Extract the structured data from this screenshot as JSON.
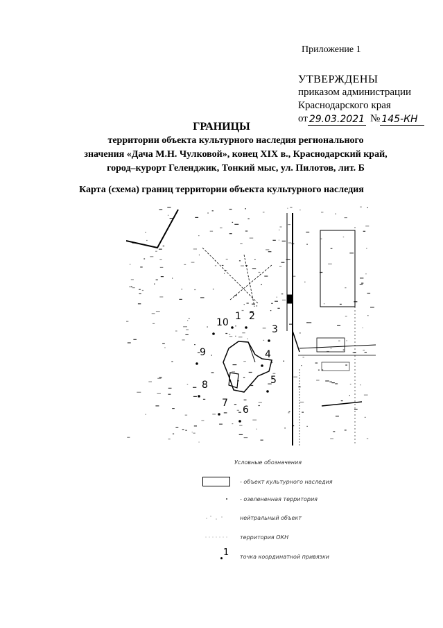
{
  "header": {
    "appendix": "Приложение 1",
    "approved": "УТВЕРЖДЕНЫ",
    "order_line1": "приказом администрации",
    "order_line2": "Краснодарского края",
    "date_prefix": "от",
    "date_value": "29.03.2021",
    "number_prefix": "№",
    "number_value": "145-КН"
  },
  "document": {
    "title": "ГРАНИЦЫ",
    "subtitle_line1": "территории объекта культурного наследия регионального",
    "subtitle_line2": "значения «Дача М.Н. Чулковой», конец XIX в., Краснодарский край,",
    "subtitle_line3": "город–курорт Геленджик, Тонкий мыс, ул. Пилотов, лит. Б",
    "map_title": "Карта (схема) границ территории объекта культурного наследия"
  },
  "map": {
    "point_labels": [
      "1",
      "2",
      "3",
      "4",
      "5",
      "6",
      "7",
      "8",
      "9",
      "10"
    ]
  },
  "legend": {
    "title": "Условные обозначения",
    "items": [
      {
        "symbol": "box",
        "label": "- объект культурного наследия"
      },
      {
        "symbol": "dot",
        "label": "- озелененная территория"
      },
      {
        "symbol": "hatch",
        "label": "нейтральный объект"
      },
      {
        "symbol": "dash",
        "label": "территория ОКН"
      },
      {
        "symbol": "point",
        "point_label": "1",
        "label": "точка координатной привязки"
      }
    ]
  }
}
